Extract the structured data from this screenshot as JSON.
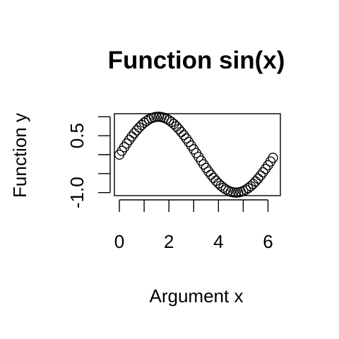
{
  "chart_data": {
    "type": "scatter",
    "title": "Function sin(x)",
    "xlabel": "Argument x",
    "ylabel": "Function y",
    "xlim": [
      -0.2,
      6.5
    ],
    "ylim": [
      -1.08,
      1.08
    ],
    "x_ticks": [
      0,
      1,
      2,
      3,
      4,
      5,
      6
    ],
    "x_tick_labels": [
      "0",
      "",
      "2",
      "",
      "4",
      "",
      "6"
    ],
    "y_ticks": [
      -1.0,
      -0.5,
      0.0,
      0.5,
      1.0
    ],
    "y_tick_labels": [
      "-1.0",
      "",
      "",
      "0.5",
      ""
    ],
    "grid": false,
    "marker": "open-circle",
    "series": [
      {
        "x_start": 0,
        "x_step": 0.1,
        "x_end": 6.2,
        "x": [
          0.0,
          0.1,
          0.2,
          0.3,
          0.4,
          0.5,
          0.6,
          0.7,
          0.8,
          0.9,
          1.0,
          1.1,
          1.2,
          1.3,
          1.4,
          1.5,
          1.6,
          1.7,
          1.8,
          1.9,
          2.0,
          2.1,
          2.2,
          2.3,
          2.4,
          2.5,
          2.6,
          2.7,
          2.8,
          2.9,
          3.0,
          3.1,
          3.2,
          3.3,
          3.4,
          3.5,
          3.6,
          3.7,
          3.8,
          3.9,
          4.0,
          4.1,
          4.2,
          4.3,
          4.4,
          4.5,
          4.6,
          4.7,
          4.8,
          4.9,
          5.0,
          5.1,
          5.2,
          5.3,
          5.4,
          5.5,
          5.6,
          5.7,
          5.8,
          5.9,
          6.0,
          6.1,
          6.2
        ],
        "y": [
          0.0,
          0.1,
          0.199,
          0.296,
          0.389,
          0.479,
          0.565,
          0.644,
          0.717,
          0.783,
          0.841,
          0.891,
          0.932,
          0.964,
          0.985,
          0.997,
          1.0,
          0.992,
          0.974,
          0.946,
          0.909,
          0.863,
          0.808,
          0.746,
          0.675,
          0.598,
          0.516,
          0.427,
          0.335,
          0.239,
          0.141,
          0.042,
          -0.058,
          -0.158,
          -0.256,
          -0.351,
          -0.443,
          -0.53,
          -0.612,
          -0.688,
          -0.757,
          -0.818,
          -0.872,
          -0.916,
          -0.952,
          -0.978,
          -0.994,
          -1.0,
          -0.996,
          -0.982,
          -0.959,
          -0.926,
          -0.883,
          -0.832,
          -0.773,
          -0.706,
          -0.631,
          -0.551,
          -0.465,
          -0.374,
          -0.279,
          -0.182,
          -0.083
        ]
      }
    ]
  }
}
